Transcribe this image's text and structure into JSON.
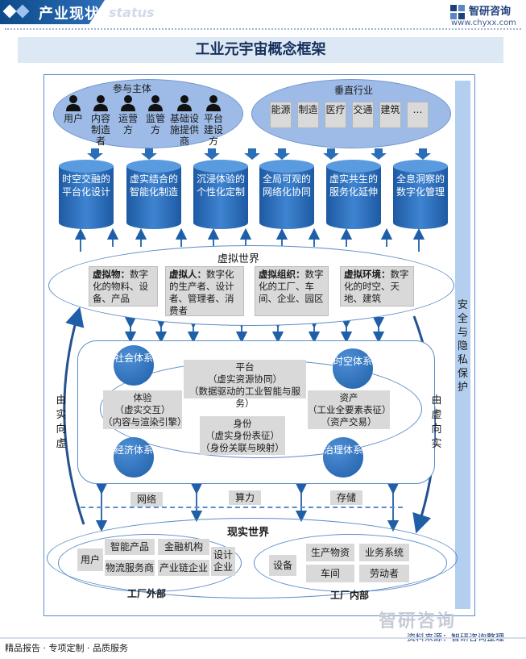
{
  "header": {
    "title": "产业现状",
    "subtitle_faint": "status",
    "brand_name": "智研咨询",
    "brand_url": "www.chyxx.com"
  },
  "diagram_title": "工业元宇宙概念框架",
  "participants": {
    "title": "参与主体",
    "items": [
      "用户",
      "内容制造者",
      "运营方",
      "监管方",
      "基础设施提供商",
      "平台建设方"
    ]
  },
  "vertical_industries": {
    "title": "垂直行业",
    "items": [
      "能源",
      "制造",
      "医疗",
      "交通",
      "建筑",
      "…"
    ]
  },
  "cylinders": [
    "时空交融的平台化设计",
    "虚实结合的智能化制造",
    "沉浸体验的个性化定制",
    "全局可观的网络化协同",
    "虚实共生的服务化延伸",
    "全息洞察的数字化管理"
  ],
  "virtual_world": {
    "title": "虚拟世界",
    "cards": [
      {
        "bold": "虚拟物：",
        "text": "数字化的物料、设备、产品"
      },
      {
        "bold": "虚拟人：",
        "text": "数字化的生产者、设计者、管理者、消费者"
      },
      {
        "bold": "虚拟组织：",
        "text": "数字化的工厂、车间、企业、园区"
      },
      {
        "bold": "虚拟环境：",
        "text": "数字化的时空、天地、建筑"
      }
    ]
  },
  "systems": {
    "social": "社会体系",
    "spacetime": "时空体系",
    "economic": "经济体系",
    "governance": "治理体系"
  },
  "center_cards": {
    "platform": {
      "title": "平台",
      "line1": "（虚实资源协同）",
      "line2": "（数据驱动的工业智能与服务）"
    },
    "experience": {
      "title": "体验",
      "line1": "（虚实交互）",
      "line2": "（内容与渲染引擎）"
    },
    "asset": {
      "title": "资产",
      "line1": "（工业全要素表征）",
      "line2": "（资产交易）"
    },
    "identity": {
      "title": "身份",
      "line1": "（虚实身份表征）",
      "line2": "（身份关联与映射）"
    }
  },
  "side_labels": {
    "real_to_virtual": "由实向虚",
    "virtual_to_real": "由虚向实",
    "security": "安全与隐私保护"
  },
  "infra": [
    "网络",
    "算力",
    "存储"
  ],
  "real_world": {
    "title": "现实世界",
    "outside": {
      "label": "工厂外部",
      "items": [
        "用户",
        "智能产品",
        "金融机构",
        "物流服务商",
        "产业链企业",
        "设计企业"
      ]
    },
    "inside": {
      "label": "工厂内部",
      "items": [
        "设备",
        "生产物资",
        "业务系统",
        "车间",
        "劳动者"
      ]
    }
  },
  "footer": {
    "left": "精品报告 · 专项定制 · 品质服务",
    "right": "资料来源：智研咨询整理",
    "watermark": "智研咨询"
  },
  "colors": {
    "accent": "#1f5fa8",
    "header_blue": "#0c4a8a",
    "ellipse_fill": "#9dbbe6",
    "card_gray": "#d9d9d9",
    "security_bar": "#b3ceee"
  }
}
